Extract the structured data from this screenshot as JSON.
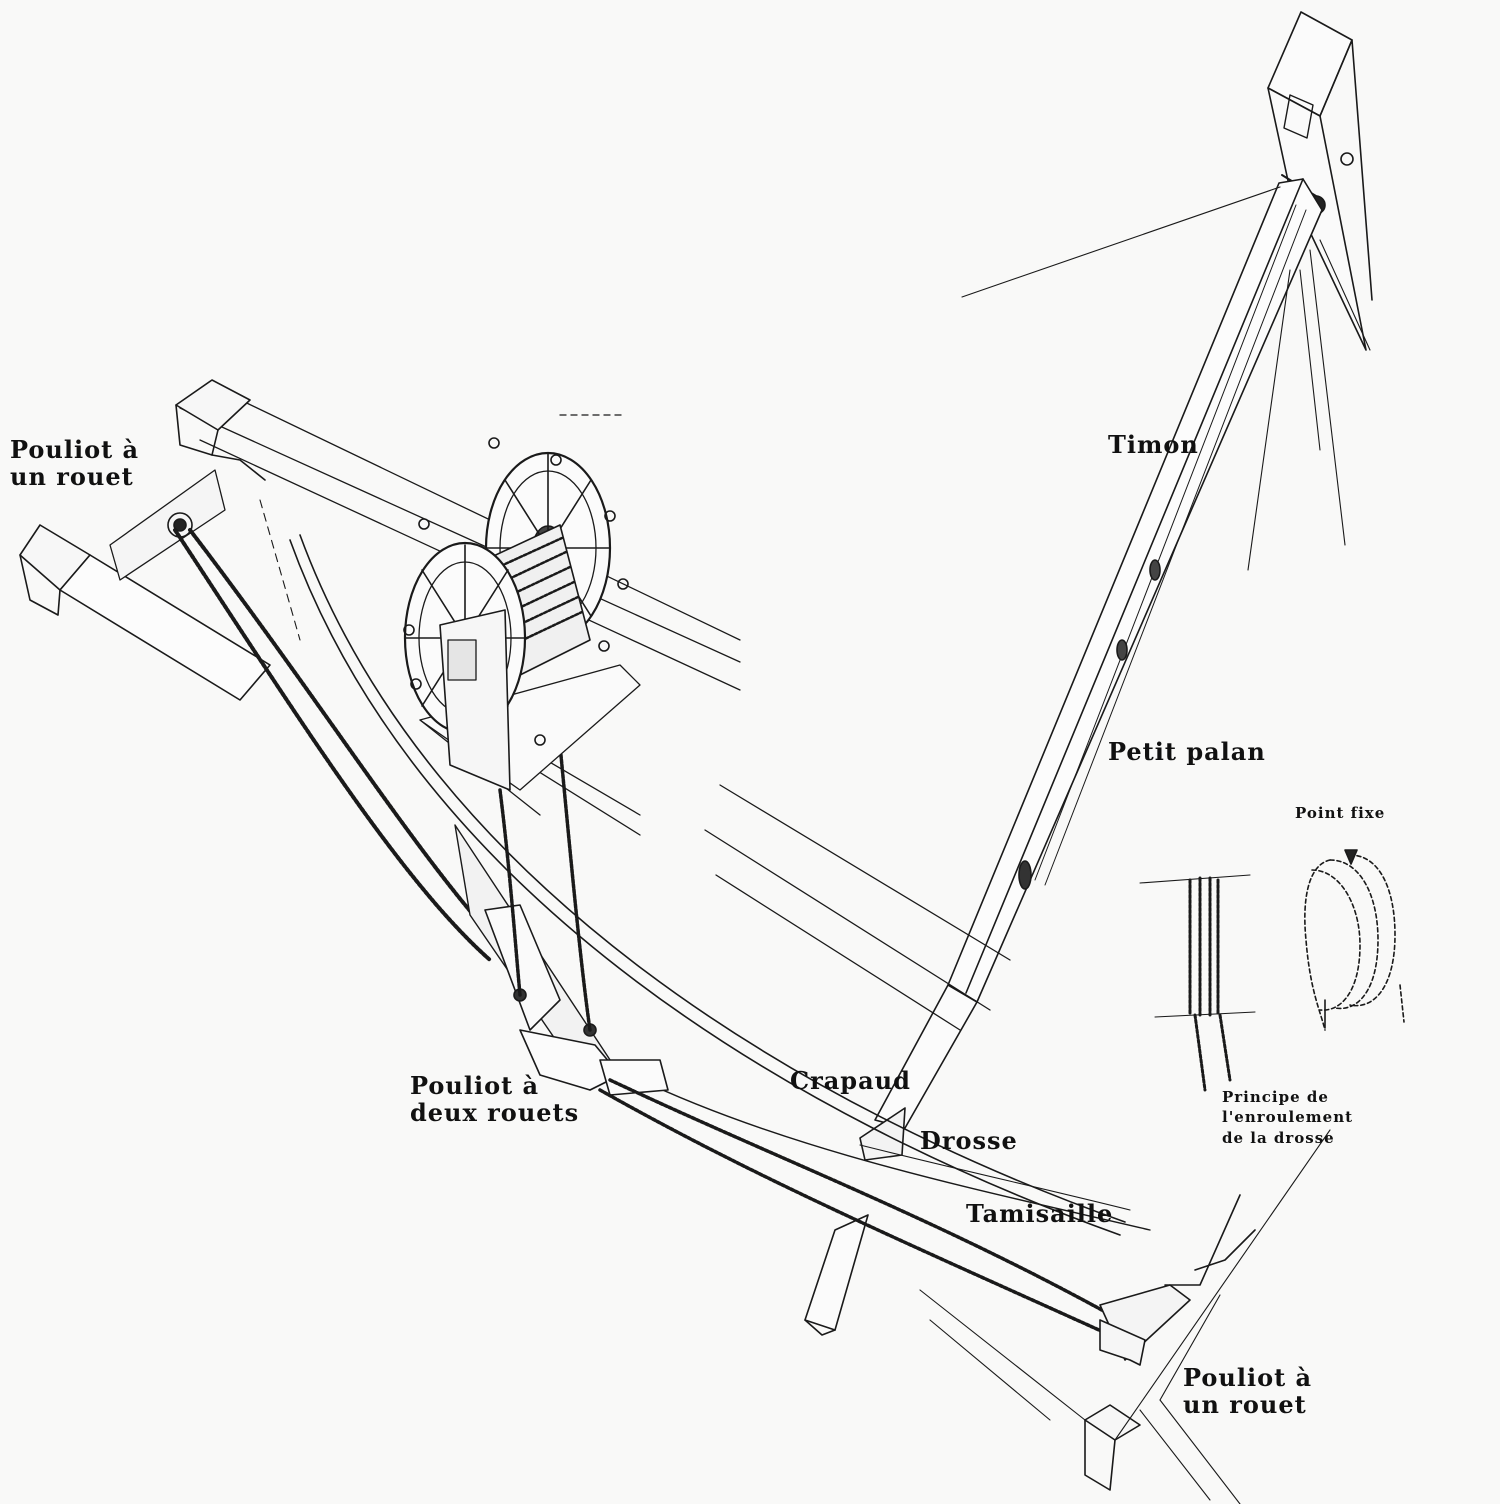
{
  "labels": {
    "pouliot_left_1": "Pouliot à",
    "pouliot_left_2": "un rouet",
    "timon": "Timon",
    "petit_palan": "Petit palan",
    "point_fixe": "Point fixe",
    "pouliot_deux_1": "Pouliot à",
    "pouliot_deux_2": "deux rouets",
    "crapaud": "Crapaud",
    "drosse": "Drosse",
    "tamisaille": "Tamisaille",
    "principe_1": "Principe de",
    "principe_2": "l'enroulement",
    "principe_3": "de la drosse",
    "pouliot_right_1": "Pouliot à",
    "pouliot_right_2": "un rouet"
  },
  "colors": {
    "ink": "#1a1a1a",
    "paper": "#f9f9f8"
  }
}
